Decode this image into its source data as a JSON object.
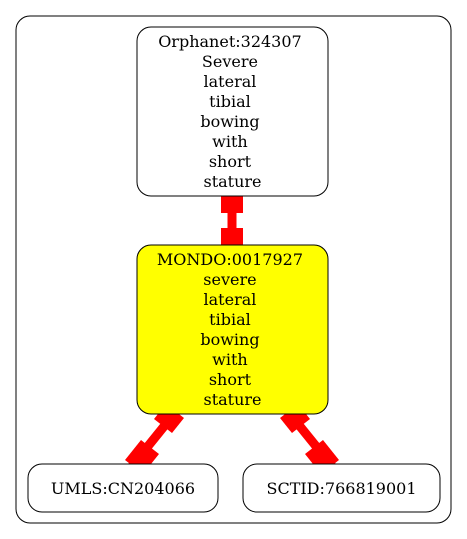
{
  "colors": {
    "node_default_fill": "#ffffff",
    "node_highlight_fill": "#ffff00",
    "edge": "#ff0000",
    "stroke": "#000000"
  },
  "nodes": {
    "orphanet": {
      "lines": [
        "Orphanet:324307",
        "Severe",
        "lateral",
        "tibial",
        "bowing",
        "with",
        "short",
        "stature"
      ],
      "highlight": false
    },
    "mondo": {
      "lines": [
        "MONDO:0017927",
        "severe",
        "lateral",
        "tibial",
        "bowing",
        "with",
        "short",
        "stature"
      ],
      "highlight": true
    },
    "umls": {
      "lines": [
        "UMLS:CN204066"
      ],
      "highlight": false
    },
    "sctid": {
      "lines": [
        "SCTID:766819001"
      ],
      "highlight": false
    }
  },
  "edges": [
    {
      "from": "orphanet",
      "to": "mondo"
    },
    {
      "from": "mondo",
      "to": "umls"
    },
    {
      "from": "mondo",
      "to": "sctid"
    }
  ]
}
